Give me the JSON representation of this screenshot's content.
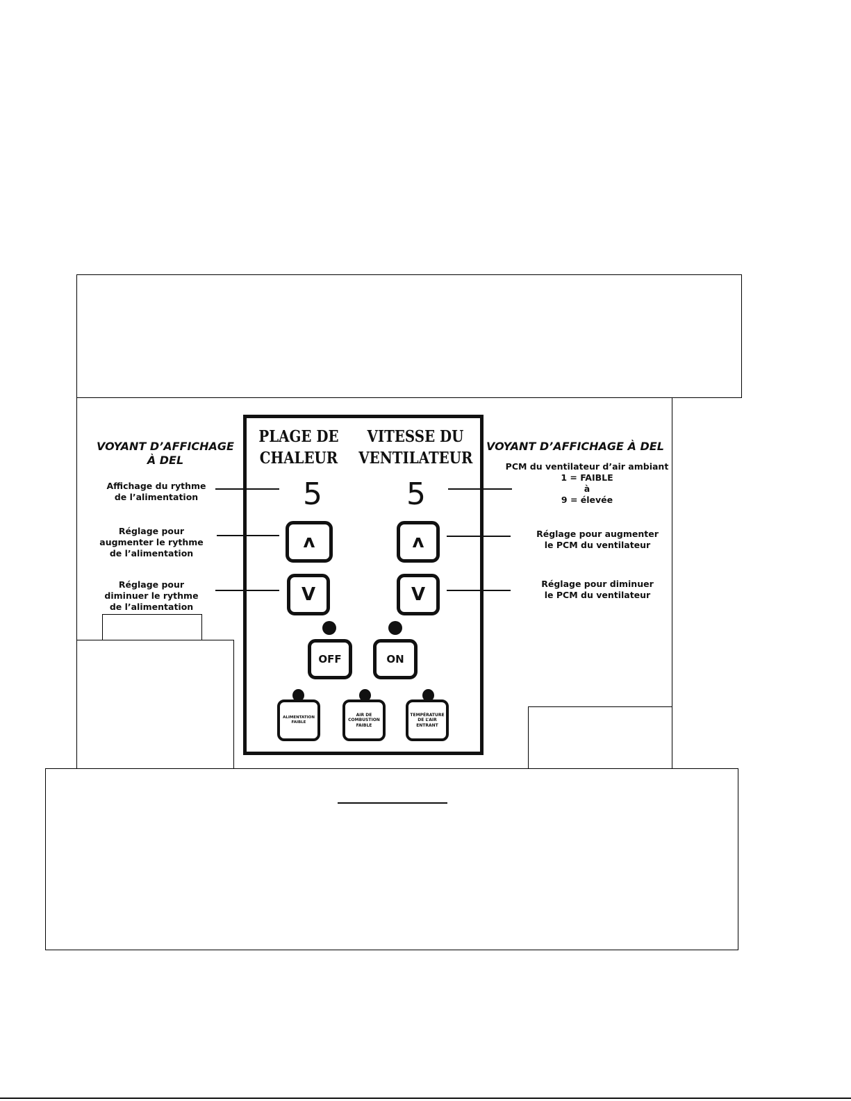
{
  "panel": {
    "heading_left_1": "PLAGE DE",
    "heading_left_2": "CHALEUR",
    "heading_right_1": "VITESSE DU",
    "heading_right_2": "VENTILATEUR",
    "heat_value": "5",
    "fan_value": "5",
    "up_symbol": "ʌ",
    "down_symbol": "V",
    "off_label": "OFF",
    "on_label": "ON",
    "indicator_low_feed": "ALIMENTATION FAIBLE",
    "indicator_low_air_1": "AIR DE",
    "indicator_low_air_2": "COMBUSTION",
    "indicator_low_air_3": "FAIBLE",
    "indicator_temp_1": "TEMPÉRATURE",
    "indicator_temp_2": "DE L’AIR",
    "indicator_temp_3": "ENTRANT"
  },
  "left": {
    "title_1": "VOYANT D’AFFICHAGE",
    "title_2": "À DEL",
    "feed_display_1": "Affichage du rythme",
    "feed_display_2": "de l’alimentation",
    "feed_up_1": "Réglage pour",
    "feed_up_2": "augmenter le rythme",
    "feed_up_3": "de l’alimentation",
    "feed_down_1": "Réglage pour",
    "feed_down_2": "diminuer le rythme",
    "feed_down_3": "de l’alimentation"
  },
  "right": {
    "title": "VOYANT D’AFFICHAGE À DEL",
    "fan_desc_1": "PCM du ventilateur d’air ambiant",
    "fan_desc_2": "1 = FAIBLE",
    "fan_desc_3": "à",
    "fan_desc_4": "9 =  élevée",
    "fan_up_1": "Réglage pour augmenter",
    "fan_up_2": "le PCM du ventilateur",
    "fan_down_1": "Réglage pour diminuer",
    "fan_down_2": "le PCM du ventilateur"
  }
}
